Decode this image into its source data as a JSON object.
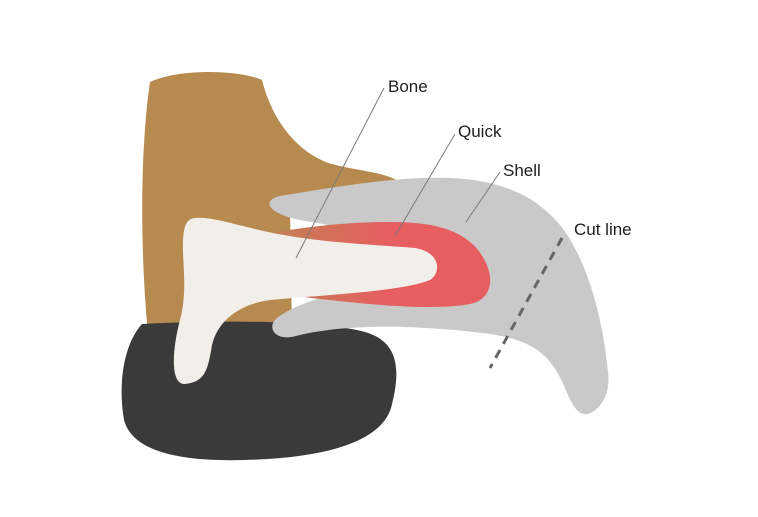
{
  "labels": {
    "bone": "Bone",
    "quick": "Quick",
    "shell": "Shell",
    "cut_line": "Cut line"
  },
  "colors": {
    "toe_tan": "#B78A4F",
    "pad_dark": "#3A3A3A",
    "bone_cream": "#F2EEEA",
    "quick_red": "#E65E60",
    "shell_gray": "#C9C9C9",
    "line_gray": "#7A7A7A"
  }
}
